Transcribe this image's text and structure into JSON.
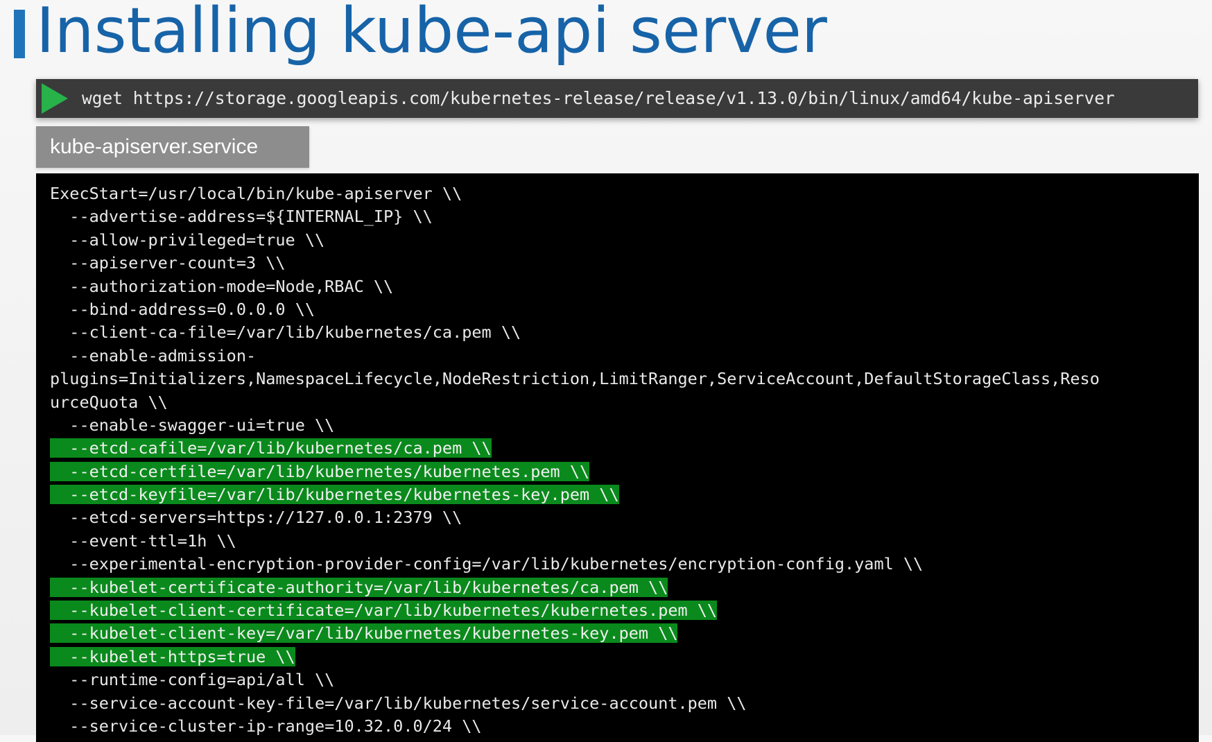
{
  "title": "Installing kube-api server",
  "command": {
    "icon": "play-icon",
    "text": "wget https://storage.googleapis.com/kubernetes-release/release/v1.13.0/bin/linux/amd64/kube-apiserver"
  },
  "file_tab": {
    "label": "kube-apiserver.service"
  },
  "colors": {
    "title": "#1763a8",
    "accent_bar": "#1f73b9",
    "play_icon": "#27b24a",
    "highlight": "#0a8a1c",
    "code_bg": "#000000",
    "command_bg": "#3a3a3a",
    "tab_bg": "#8d8d8d"
  },
  "code": {
    "lines": [
      {
        "text": "ExecStart=/usr/local/bin/kube-apiserver \\\\",
        "highlight": false
      },
      {
        "text": "  --advertise-address=${INTERNAL_IP} \\\\",
        "highlight": false
      },
      {
        "text": "  --allow-privileged=true \\\\",
        "highlight": false
      },
      {
        "text": "  --apiserver-count=3 \\\\",
        "highlight": false
      },
      {
        "text": "  --authorization-mode=Node,RBAC \\\\",
        "highlight": false
      },
      {
        "text": "  --bind-address=0.0.0.0 \\\\",
        "highlight": false
      },
      {
        "text": "  --client-ca-file=/var/lib/kubernetes/ca.pem \\\\",
        "highlight": false
      },
      {
        "text": "  --enable-admission-",
        "highlight": false
      },
      {
        "text": "plugins=Initializers,NamespaceLifecycle,NodeRestriction,LimitRanger,ServiceAccount,DefaultStorageClass,Reso",
        "highlight": false
      },
      {
        "text": "urceQuota \\\\",
        "highlight": false
      },
      {
        "text": "  --enable-swagger-ui=true \\\\",
        "highlight": false
      },
      {
        "text": "  --etcd-cafile=/var/lib/kubernetes/ca.pem \\\\",
        "highlight": true
      },
      {
        "text": "  --etcd-certfile=/var/lib/kubernetes/kubernetes.pem \\\\",
        "highlight": true
      },
      {
        "text": "  --etcd-keyfile=/var/lib/kubernetes/kubernetes-key.pem \\\\",
        "highlight": true
      },
      {
        "text": "  --etcd-servers=https://127.0.0.1:2379 \\\\",
        "highlight": false
      },
      {
        "text": "  --event-ttl=1h \\\\",
        "highlight": false
      },
      {
        "text": "  --experimental-encryption-provider-config=/var/lib/kubernetes/encryption-config.yaml \\\\",
        "highlight": false
      },
      {
        "text": "  --kubelet-certificate-authority=/var/lib/kubernetes/ca.pem \\\\",
        "highlight": true
      },
      {
        "text": "  --kubelet-client-certificate=/var/lib/kubernetes/kubernetes.pem \\\\",
        "highlight": true
      },
      {
        "text": "  --kubelet-client-key=/var/lib/kubernetes/kubernetes-key.pem \\\\",
        "highlight": true
      },
      {
        "text": "  --kubelet-https=true \\\\",
        "highlight": true
      },
      {
        "text": "  --runtime-config=api/all \\\\",
        "highlight": false
      },
      {
        "text": "  --service-account-key-file=/var/lib/kubernetes/service-account.pem \\\\",
        "highlight": false
      },
      {
        "text": "  --service-cluster-ip-range=10.32.0.0/24 \\\\",
        "highlight": false
      }
    ]
  }
}
